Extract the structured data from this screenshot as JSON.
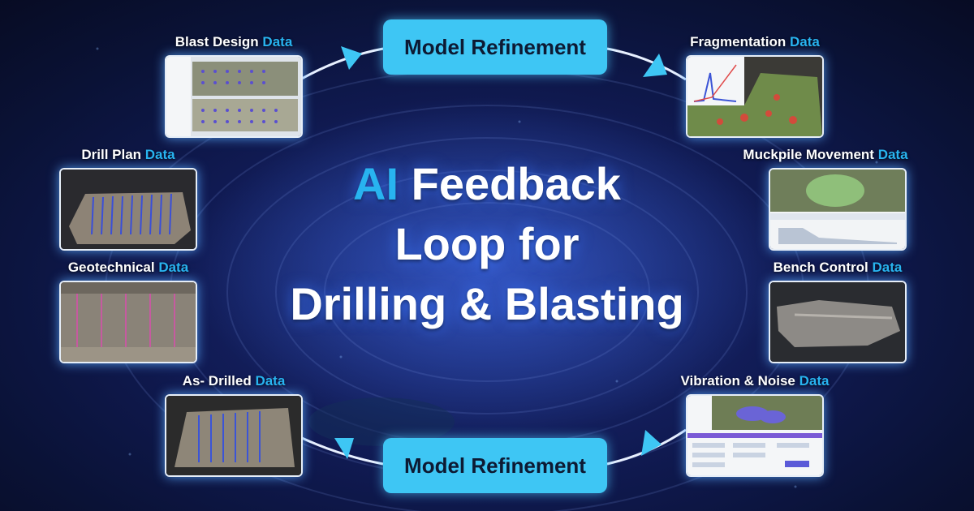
{
  "title": {
    "accent": "AI",
    "line1_rest": " Feedback",
    "line2": "Loop for",
    "line3": "Drilling & Blasting"
  },
  "refinement_top": "Model Refinement",
  "refinement_bottom": "Model Refinement",
  "data_word": "Data",
  "nodes": {
    "blast_design": "Blast Design",
    "drill_plan": "Drill Plan",
    "geotechnical": "Geotechnical",
    "as_drilled": "As- Drilled",
    "fragmentation": "Fragmentation",
    "muckpile": "Muckpile Movement",
    "bench_control": "Bench Control",
    "vibration": "Vibration & Noise"
  },
  "colors": {
    "accent_text": "#28b4f0",
    "pill": "#3ec6f4",
    "arrow": "#3ec6f4"
  }
}
